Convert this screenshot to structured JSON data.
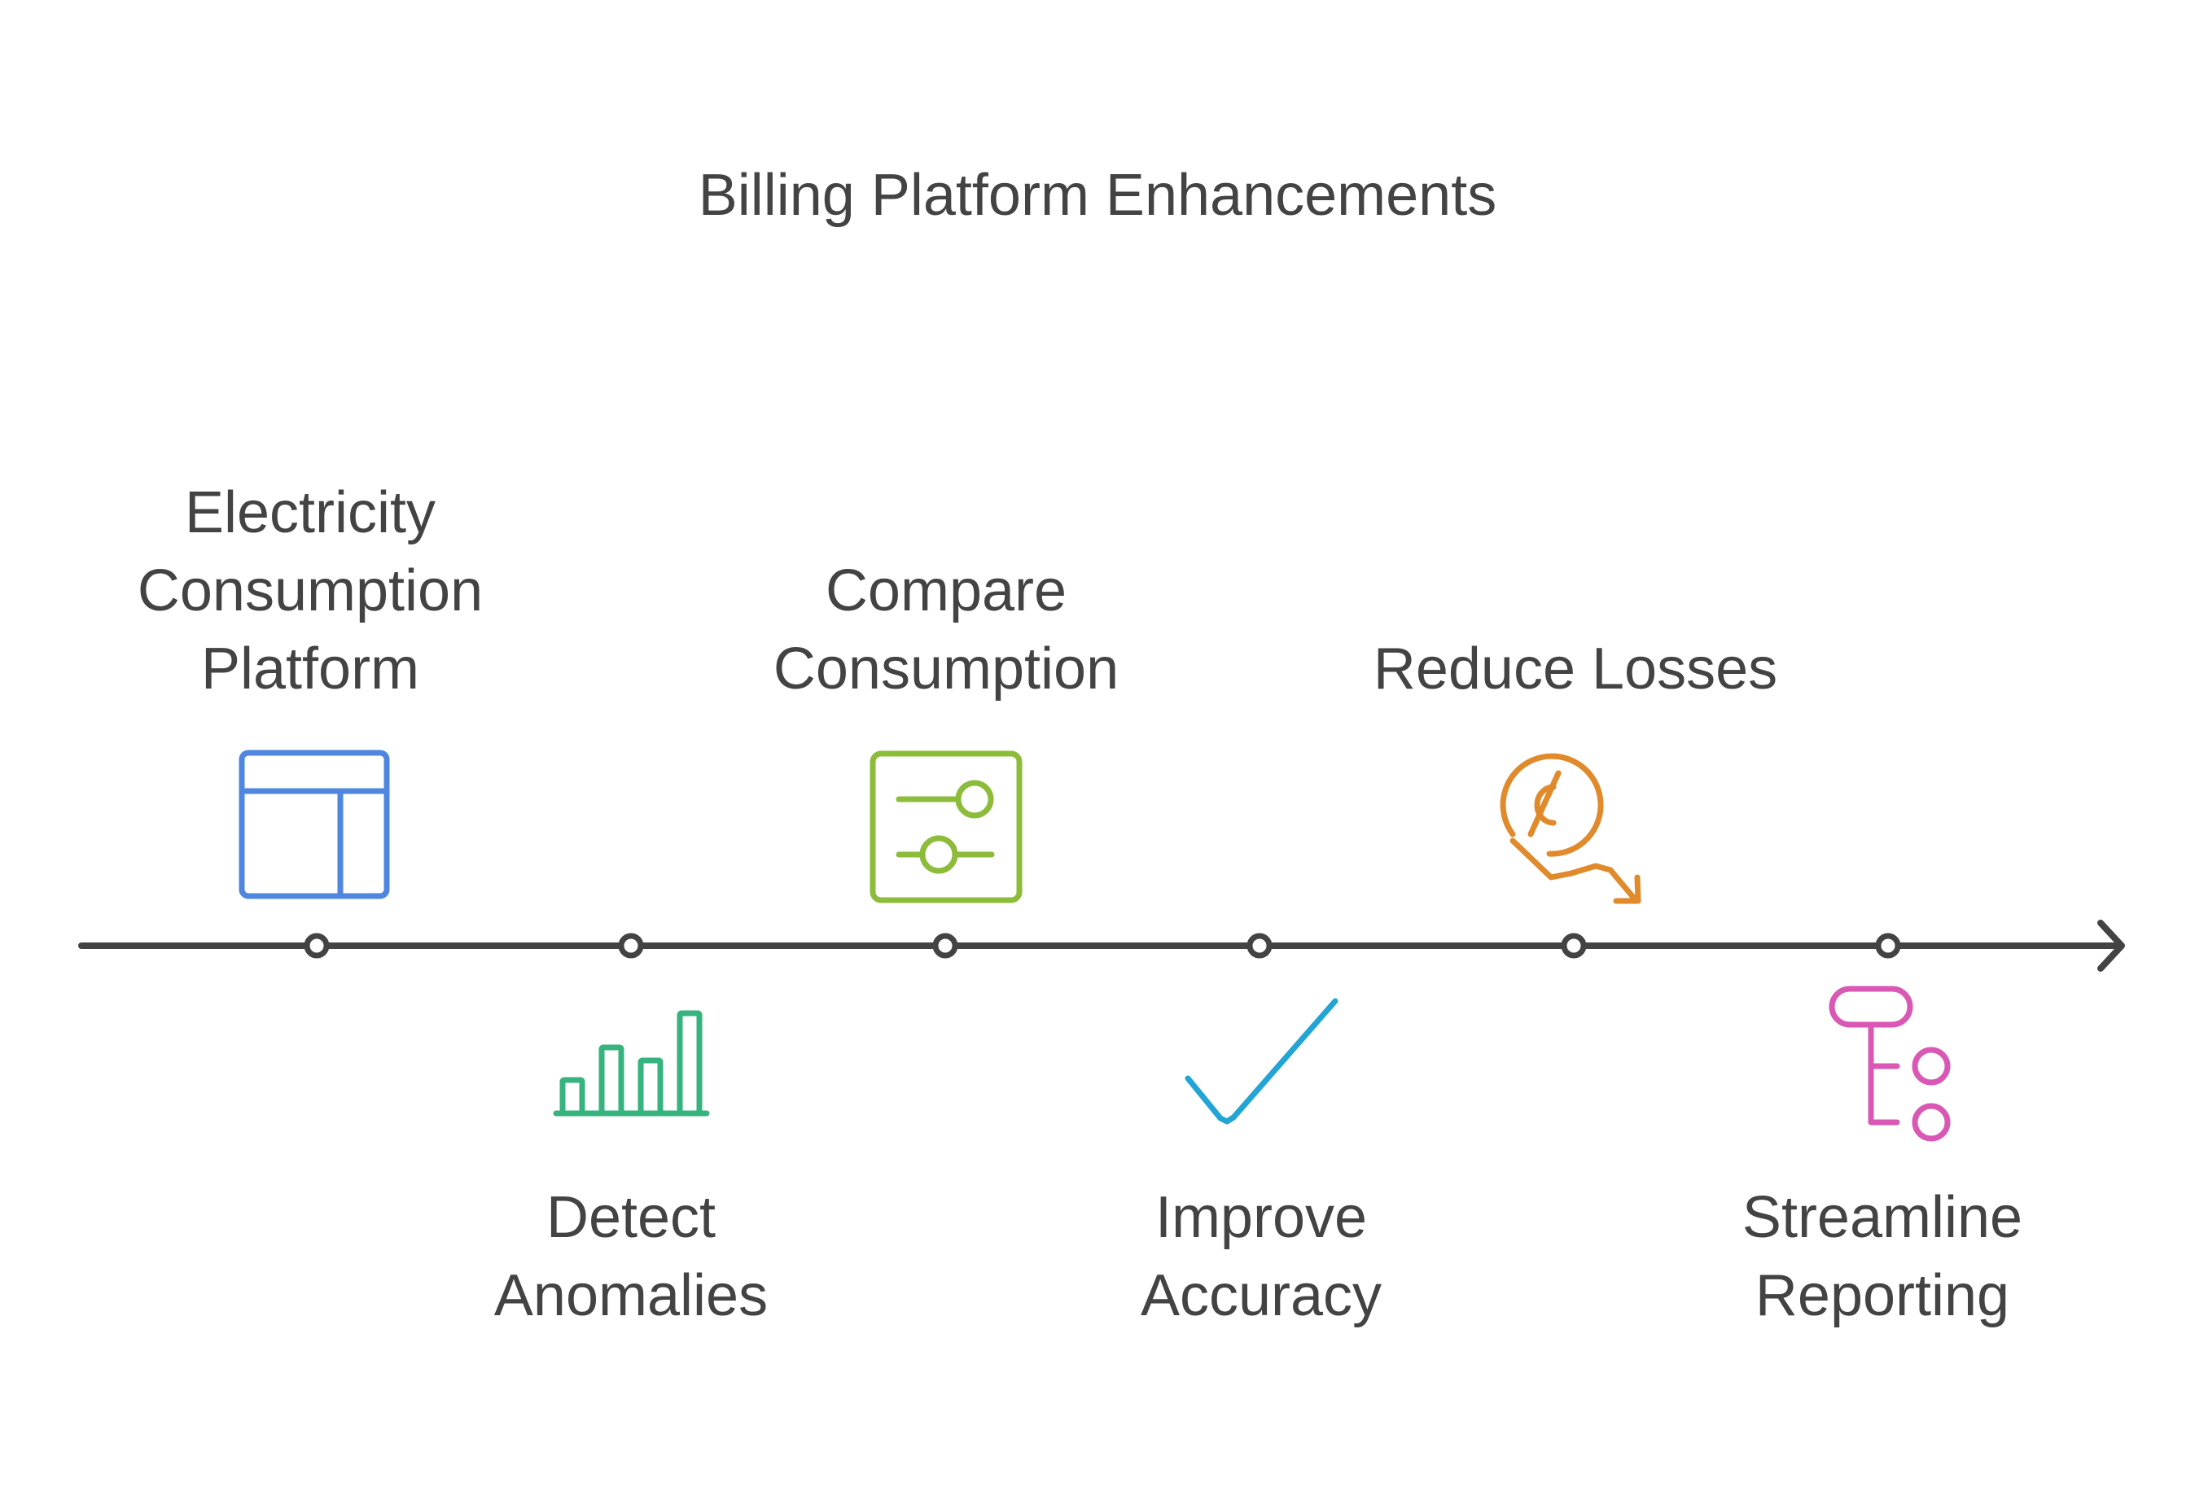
{
  "title": "Billing Platform Enhancements",
  "milestones": [
    {
      "lines": [
        "Electricity",
        "Consumption",
        "Platform"
      ],
      "icon": "layout-panel-icon",
      "color": "#4f86e0"
    },
    {
      "lines": [
        "Detect",
        "Anomalies"
      ],
      "icon": "bar-chart-icon",
      "color": "#36b37e"
    },
    {
      "lines": [
        "Compare",
        "Consumption"
      ],
      "icon": "sliders-icon",
      "color": "#8cbc3a"
    },
    {
      "lines": [
        "Improve",
        "Accuracy"
      ],
      "icon": "checkmark-icon",
      "color": "#22a5d4"
    },
    {
      "lines": [
        "Reduce Losses"
      ],
      "icon": "coin-decrease-icon",
      "color": "#e08a2c"
    },
    {
      "lines": [
        "Streamline",
        "Reporting"
      ],
      "icon": "hierarchy-icon",
      "color": "#d958b4"
    }
  ],
  "timeline_color": "#434343"
}
